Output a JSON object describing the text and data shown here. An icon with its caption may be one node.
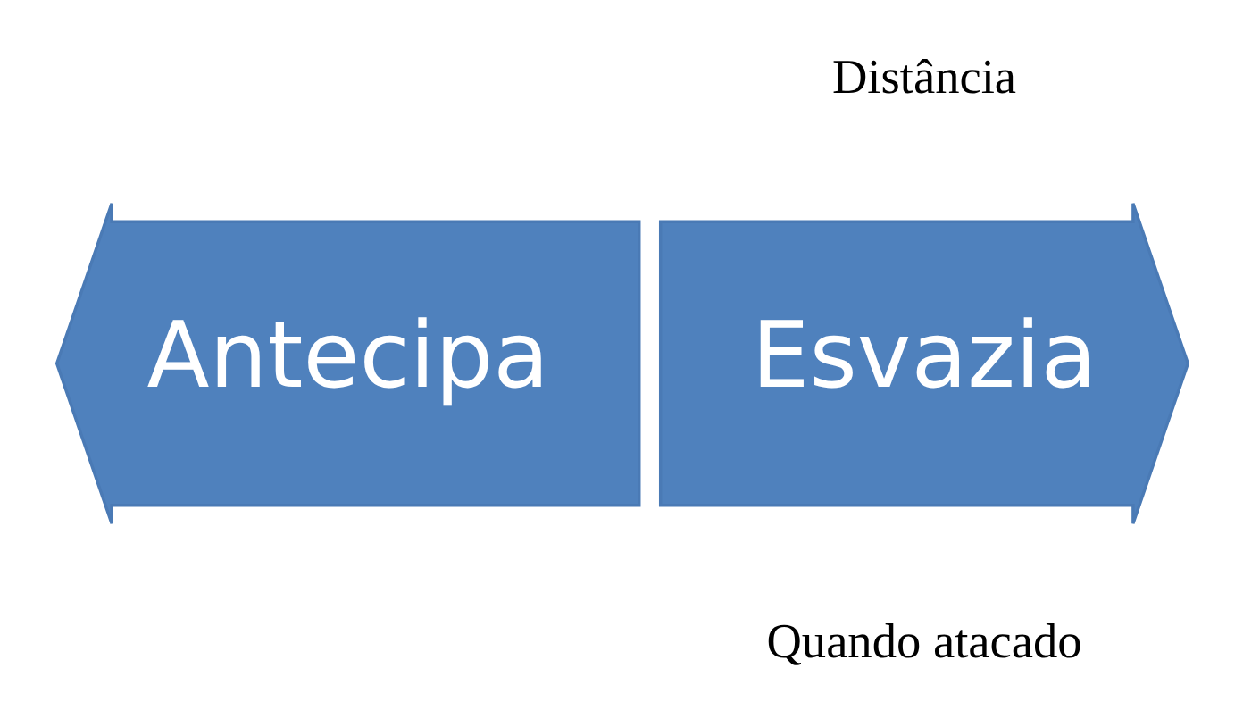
{
  "diagram": {
    "nodes": [
      {
        "text": [
          "Antecipa"
        ]
      },
      {
        "text": [
          "Esvazia"
        ]
      }
    ],
    "labels": [
      "Distância",
      "Quando atacado"
    ]
  }
}
